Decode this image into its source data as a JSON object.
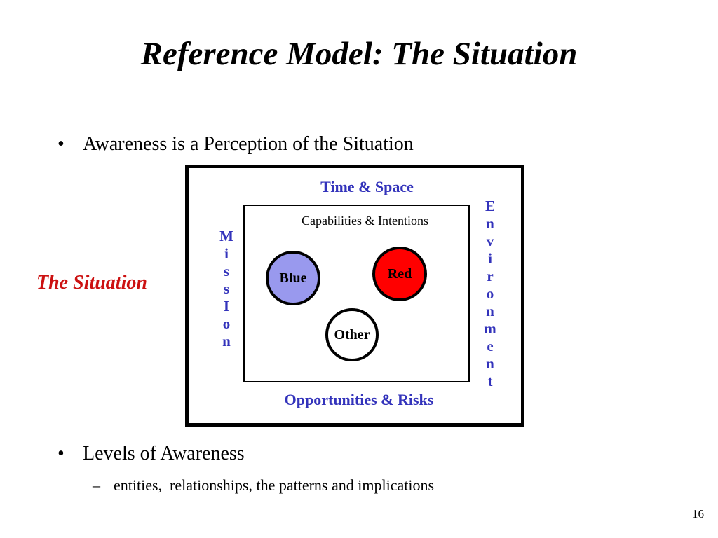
{
  "slide": {
    "title": "Reference Model: The Situation",
    "page_number": "16"
  },
  "bullets": [
    {
      "marker": "•",
      "text": "Awareness is a Perception of the Situation"
    },
    {
      "marker": "•",
      "text": "Levels of Awareness"
    }
  ],
  "sub_bullets": [
    {
      "marker": "–",
      "text": "entities,  relationships, the patterns and implications"
    }
  ],
  "diagram": {
    "situation_label": "The Situation",
    "top_label": "Time & Space",
    "bottom_label": "Opportunities & Risks",
    "inner_label": "Capabilities & Intentions",
    "left_vertical": [
      "M",
      "i",
      "s",
      "s",
      "I",
      "o",
      "n"
    ],
    "right_vertical": [
      "E",
      "n",
      "v",
      "i",
      "r",
      "o",
      "n",
      "m",
      "e",
      "n",
      "t"
    ],
    "entities": {
      "blue": "Blue",
      "red": "Red",
      "other": "Other"
    },
    "colors": {
      "label_blue": "#3333bb",
      "situation_red": "#cc1111",
      "blue_fill": "#9999ee",
      "red_fill": "#ff0000",
      "other_fill": "#ffffff"
    }
  }
}
